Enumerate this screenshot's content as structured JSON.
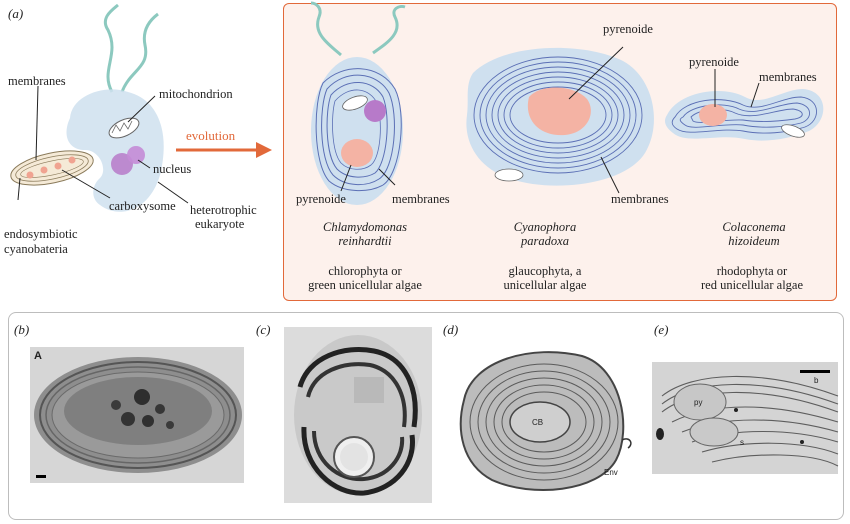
{
  "panels": {
    "a": "(a)",
    "b": "(b)",
    "c": "(c)",
    "d": "(d)",
    "e": "(e)"
  },
  "left_diagram": {
    "membranes": "membranes",
    "mitochondrion": "mitochondrion",
    "nucleus": "nucleus",
    "endosymbiotic_1": "endosymbiotic",
    "endosymbiotic_2": "cyanobateria",
    "carboxysome": "carboxysome",
    "heterotrophic_1": "heterotrophic",
    "heterotrophic_2": "eukaryote",
    "arrow": "evolution"
  },
  "organisms": [
    {
      "name_1": "Chlamydomonas",
      "name_2": "reinhardtii",
      "group_1": "chlorophyta or",
      "group_2": "green unicellular algae",
      "pyrenoide": "pyrenoide",
      "membranes": "membranes"
    },
    {
      "name_1": "Cyanophora",
      "name_2": "paradoxa",
      "group_1": "glaucophyta, a",
      "group_2": "unicellular algae",
      "pyrenoide": "pyrenoide",
      "membranes": "membranes"
    },
    {
      "name_1": "Colaconema",
      "name_2": "hizoideum",
      "group_1": "rhodophyta or",
      "group_2": "red unicellular algae",
      "pyrenoide": "pyrenoide",
      "membranes": "membranes"
    }
  ],
  "micrographs": {
    "b_letter": "A",
    "d_cb": "CB",
    "d_env": "Env",
    "e_py": "py",
    "e_s": "s",
    "e_b": "b"
  },
  "colors": {
    "accent": "#e2693a",
    "cell": "#cfe0ef",
    "membrane": "#5b6fb5",
    "pyrenoid": "#f4b3a4",
    "nucleus": "#b77ac9",
    "flagella": "#8cc9bf"
  }
}
